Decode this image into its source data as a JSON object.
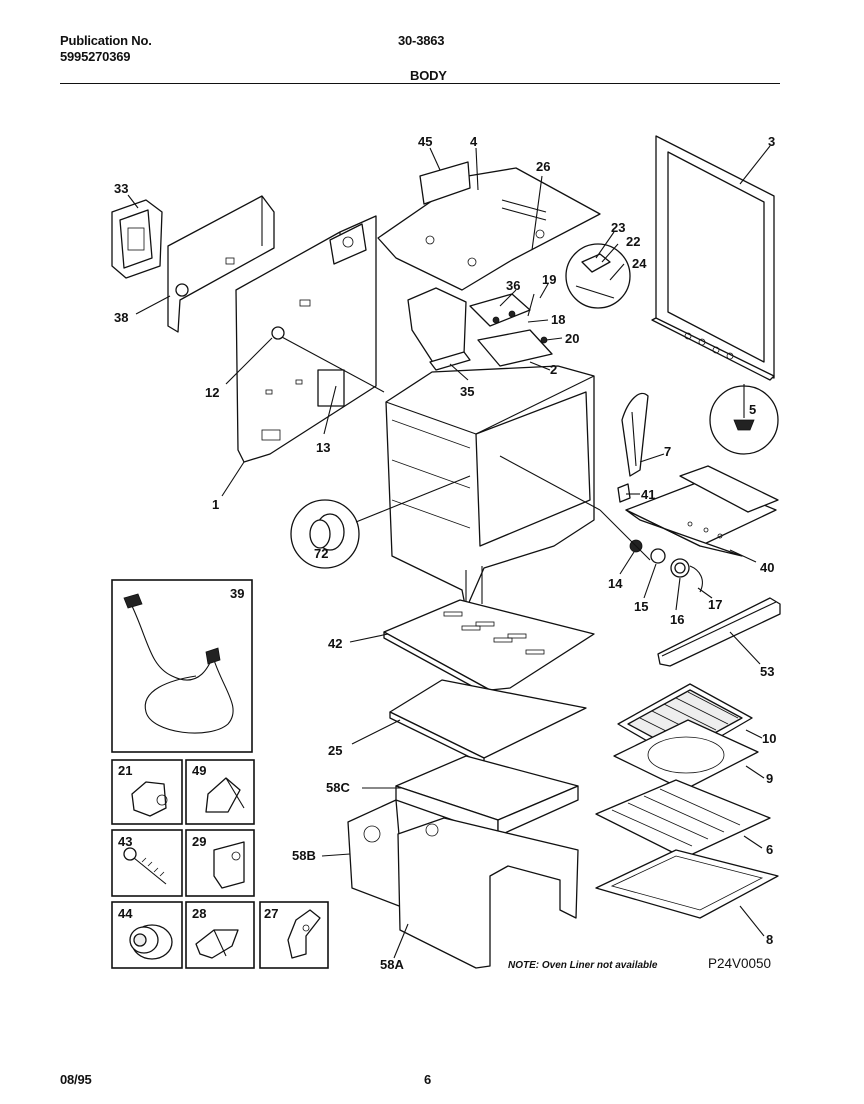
{
  "header": {
    "publication_label": "Publication No.",
    "publication_number": "5995270369",
    "model": "30-3863",
    "section": "BODY"
  },
  "footer": {
    "date": "08/95",
    "page": "6"
  },
  "diagram": {
    "note": "NOTE: Oven Liner not available",
    "code": "P24V0050",
    "callouts": [
      "33",
      "38",
      "12",
      "13",
      "1",
      "45",
      "4",
      "26",
      "3",
      "23",
      "22",
      "24",
      "36",
      "19",
      "18",
      "20",
      "2",
      "35",
      "5",
      "7",
      "41",
      "40",
      "72",
      "14",
      "15",
      "16",
      "17",
      "53",
      "42",
      "25",
      "10",
      "9",
      "6",
      "8",
      "58C",
      "58B",
      "58A"
    ],
    "inset_parts": [
      "39",
      "21",
      "49",
      "43",
      "29",
      "44",
      "28",
      "27"
    ]
  }
}
